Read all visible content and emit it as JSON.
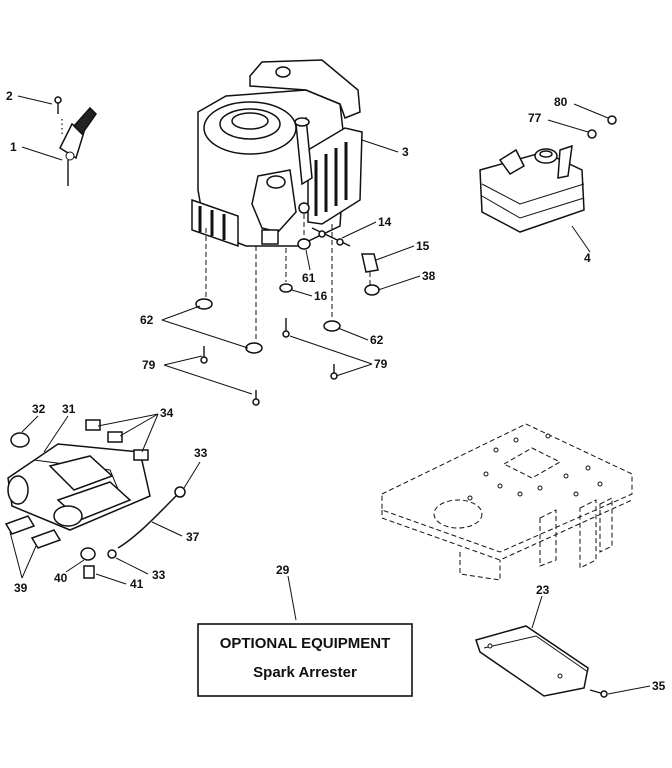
{
  "callouts": {
    "c1": "1",
    "c2": "2",
    "c3": "3",
    "c4": "4",
    "c14": "14",
    "c15": "15",
    "c16": "16",
    "c23": "23",
    "c29": "29",
    "c31": "31",
    "c32": "32",
    "c33a": "33",
    "c33b": "33",
    "c34": "34",
    "c35": "35",
    "c37": "37",
    "c38": "38",
    "c39": "39",
    "c40": "40",
    "c41": "41",
    "c61": "61",
    "c62a": "62",
    "c62b": "62",
    "c77": "77",
    "c79a": "79",
    "c79b": "79",
    "c80": "80"
  },
  "optional_box": {
    "title": "OPTIONAL EQUIPMENT",
    "subtitle": "Spark Arrester"
  }
}
